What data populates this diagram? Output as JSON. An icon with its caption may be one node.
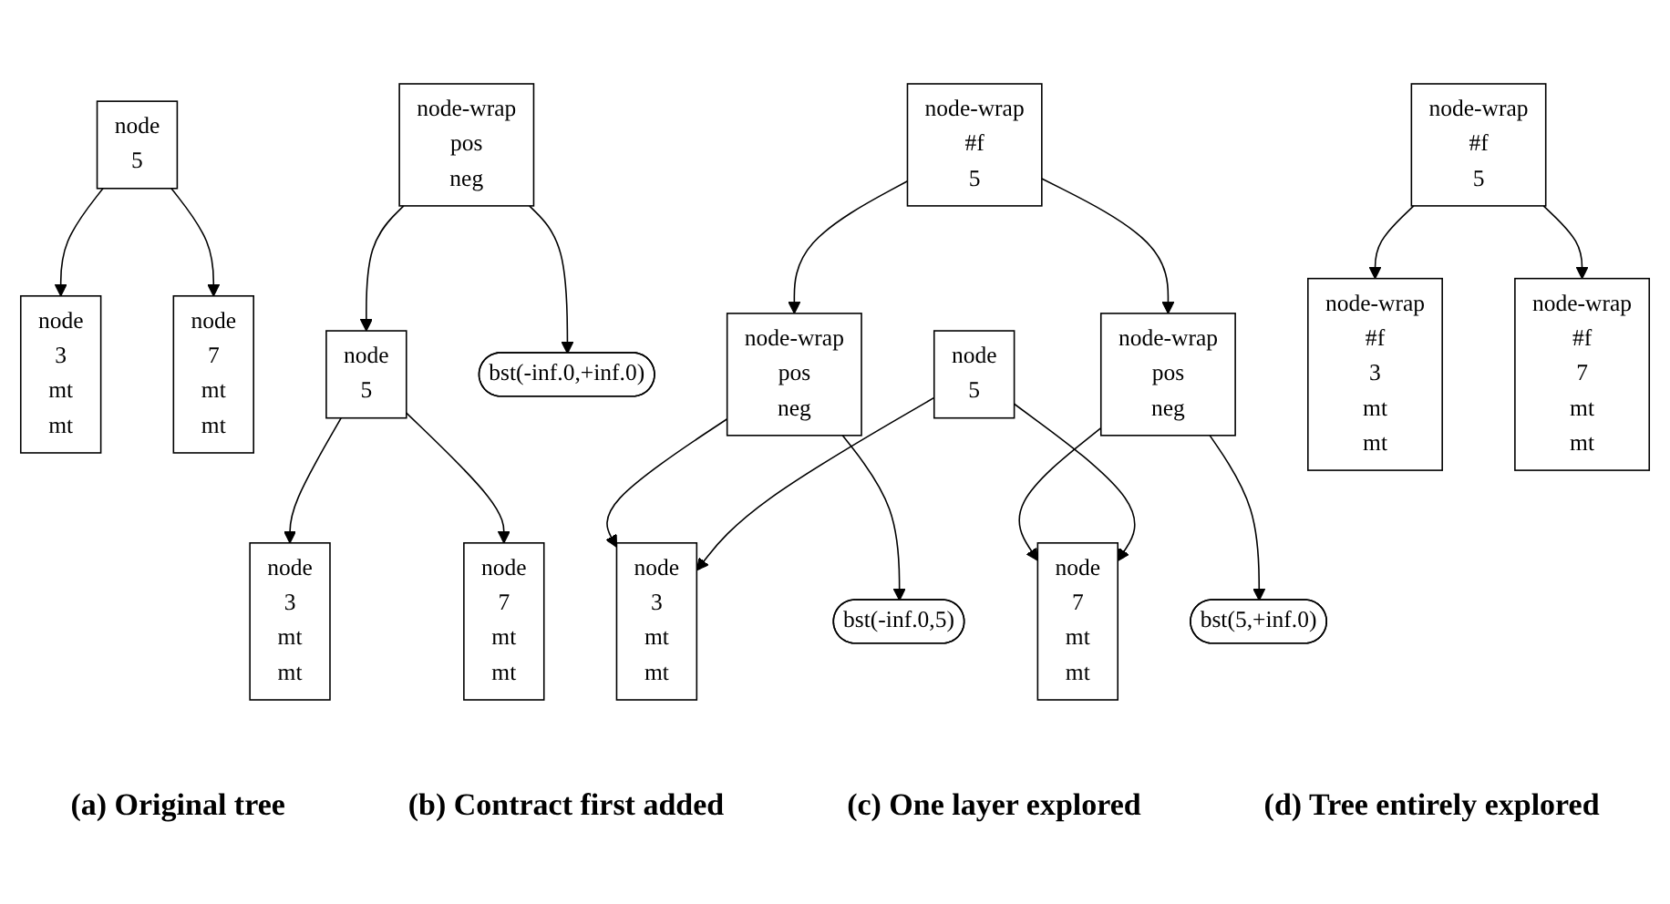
{
  "diagram": {
    "nodes": [
      {
        "text": [
          "node",
          "5"
        ]
      },
      {
        "text": [
          "node",
          "3",
          "mt",
          "mt"
        ]
      },
      {
        "text": [
          "node",
          "7",
          "mt",
          "mt"
        ]
      },
      {
        "text": [
          "node-wrap",
          "pos",
          "neg"
        ]
      },
      {
        "text": [
          "node",
          "5"
        ]
      },
      {
        "text": [
          "bst(-inf.0,+inf.0)"
        ]
      },
      {
        "text": [
          "node",
          "3",
          "mt",
          "mt"
        ]
      },
      {
        "text": [
          "node",
          "7",
          "mt",
          "mt"
        ]
      },
      {
        "text": [
          "node-wrap",
          "#f",
          "5"
        ]
      },
      {
        "text": [
          "node-wrap",
          "pos",
          "neg"
        ]
      },
      {
        "text": [
          "node-wrap",
          "pos",
          "neg"
        ]
      },
      {
        "text": [
          "node",
          "5"
        ]
      },
      {
        "text": [
          "bst(-inf.0,5)"
        ]
      },
      {
        "text": [
          "bst(5,+inf.0)"
        ]
      },
      {
        "text": [
          "node",
          "3",
          "mt",
          "mt"
        ]
      },
      {
        "text": [
          "node",
          "7",
          "mt",
          "mt"
        ]
      },
      {
        "text": [
          "node-wrap",
          "#f",
          "5"
        ]
      },
      {
        "text": [
          "node-wrap",
          "#f",
          "3",
          "mt",
          "mt"
        ]
      },
      {
        "text": [
          "node-wrap",
          "#f",
          "7",
          "mt",
          "mt"
        ]
      }
    ],
    "edges": [
      {
        "from": 0,
        "to": 1,
        "arrow": "to"
      },
      {
        "from": 0,
        "to": 2,
        "arrow": "to"
      },
      {
        "from": 3,
        "to": 4,
        "arrow": "to"
      },
      {
        "from": 3,
        "to": 5,
        "arrow": "to"
      },
      {
        "from": 4,
        "to": 6,
        "arrow": "to"
      },
      {
        "from": 4,
        "to": 7,
        "arrow": "to"
      },
      {
        "from": 8,
        "to": 9,
        "arrow": "to"
      },
      {
        "from": 8,
        "to": 10,
        "arrow": "to"
      },
      {
        "from": 9,
        "to": 14,
        "arrow": "to"
      },
      {
        "from": 9,
        "to": 12,
        "arrow": "to"
      },
      {
        "from": 10,
        "to": 15,
        "arrow": "to"
      },
      {
        "from": 10,
        "to": 13,
        "arrow": "to"
      },
      {
        "from": 11,
        "to": 14,
        "arrow": "to"
      },
      {
        "from": 11,
        "to": 15,
        "arrow": "to"
      },
      {
        "from": 16,
        "to": 17,
        "arrow": "to"
      },
      {
        "from": 16,
        "to": 18,
        "arrow": "to"
      }
    ],
    "labels": [
      "(a) Original tree",
      "(b) Contract first added",
      "(c) One layer explored",
      "(d) Tree entirely explored"
    ]
  }
}
